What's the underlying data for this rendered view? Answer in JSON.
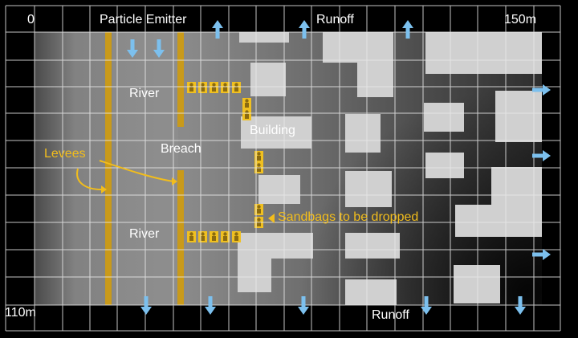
{
  "scale": {
    "origin": "0",
    "x_end": "150m",
    "y_end": "110m"
  },
  "labels": {
    "particle_emitter": "Particle Emitter",
    "runoff_top": "Runoff",
    "runoff_bottom": "Runoff",
    "river_upper": "River",
    "river_lower": "River",
    "breach": "Breach",
    "building": "Building",
    "levees": "Levees",
    "sandbags": "Sandbags to be dropped"
  },
  "colors": {
    "background": "#000000",
    "grid": "#e8e8e8",
    "levee": "#c99a1a",
    "sandbag": "#f0c020",
    "annotation": "#f2bd1c",
    "flow_arrow": "#7cc0ee",
    "building": "#cfcfcf"
  },
  "icons": {
    "flow_arrow": "flow-arrow-icon",
    "sandbag": "sandbag-icon"
  }
}
